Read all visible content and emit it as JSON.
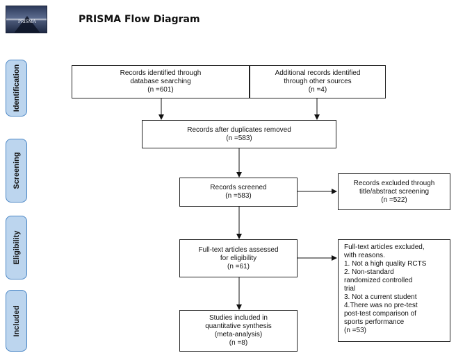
{
  "header": {
    "title": "PRISMA Flow Diagram",
    "logo_text": "PRISMA"
  },
  "stages": [
    {
      "label": "Identification"
    },
    {
      "label": "Screening"
    },
    {
      "label": "Eligibility"
    },
    {
      "label": "Included"
    }
  ],
  "boxes": {
    "database": {
      "lines": [
        "Records identified through",
        "database searching",
        "(n =601)"
      ]
    },
    "other_sources": {
      "lines": [
        "Additional records identified",
        "through other sources",
        "(n =4)"
      ]
    },
    "duplicates_removed": {
      "lines": [
        "Records after duplicates removed",
        "(n =583)"
      ]
    },
    "screened": {
      "lines": [
        "Records screened",
        "(n =583)"
      ]
    },
    "excluded_title": {
      "lines": [
        "Records excluded through",
        "title/abstract screening",
        "(n =522)"
      ]
    },
    "fulltext_assessed": {
      "lines": [
        "Full-text articles assessed",
        "for eligibility",
        "(n =61)"
      ]
    },
    "fulltext_excluded": {
      "lines": [
        "Full-text articles excluded,",
        "with reasons.",
        "1. Not a high quality RCTS",
        "2. Non-standard",
        "randomized controlled",
        "trial",
        "3. Not a current student",
        "4.There was no pre-test",
        "post-test comparison of",
        "sports performance",
        "(n =53)"
      ]
    },
    "included": {
      "lines": [
        "Studies included in",
        "quantitative synthesis",
        "(meta-analysis)",
        "(n =8)"
      ]
    }
  }
}
